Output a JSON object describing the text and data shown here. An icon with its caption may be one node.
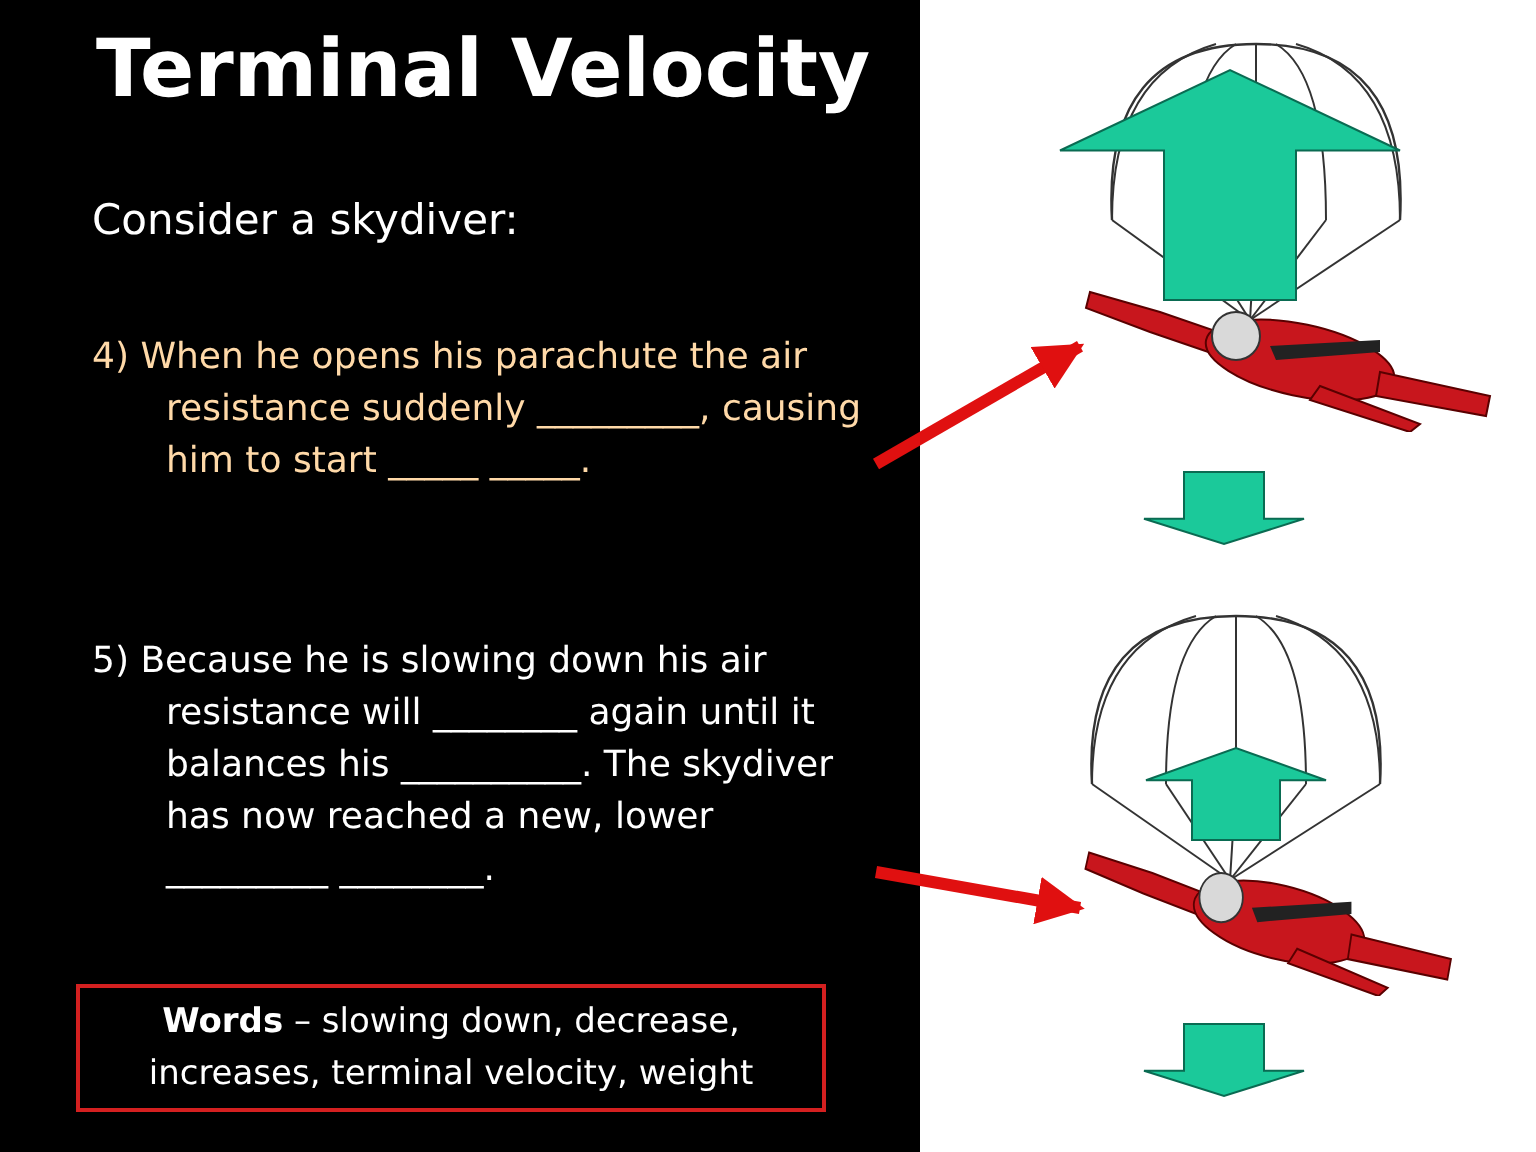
{
  "diagram": {
    "title": "Terminal Velocity",
    "nodes": [
      {
        "text": [
          "4) When he opens his parachute the air resistance suddenly _________, causing him to start _____ _____."
        ]
      },
      {
        "text": [],
        "shape": "picture"
      },
      {
        "text": [
          "5) Because he is slowing down his air resistance will ________ again until it balances his __________. The skydiver has now reached a new, lower _________ ________."
        ]
      },
      {
        "text": [],
        "shape": "picture"
      },
      {
        "text": [
          "**Words** – slowing down, decrease, increases, terminal velocity, weight"
        ]
      }
    ],
    "edges": [
      {
        "from": 0,
        "to": 1,
        "arrow": "to"
      },
      {
        "from": 2,
        "to": 3,
        "arrow": "to"
      }
    ],
    "labels": [
      "Consider a skydiver:"
    ]
  }
}
